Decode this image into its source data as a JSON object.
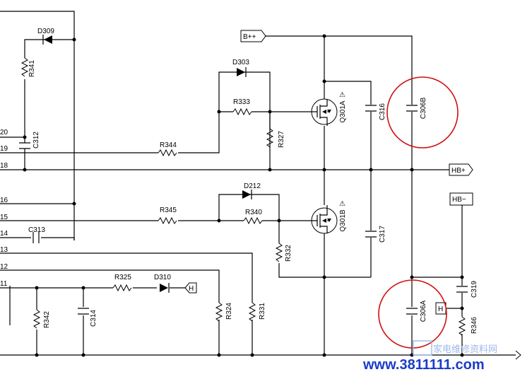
{
  "pins": [
    "20",
    "19",
    "18",
    "16",
    "15",
    "14",
    "13",
    "12",
    "11"
  ],
  "resistors": [
    "R341",
    "R344",
    "R333",
    "R327",
    "R345",
    "R340",
    "R332",
    "R325",
    "R342",
    "R324",
    "R331",
    "R346"
  ],
  "capacitors": [
    "C312",
    "C313",
    "C314",
    "C316",
    "C317",
    "C306B",
    "C306A",
    "C319"
  ],
  "diodes": [
    "D309",
    "D303",
    "D212",
    "D310"
  ],
  "transistors": [
    "Q301A",
    "Q301B"
  ],
  "ports": {
    "bpp": "B++",
    "hbp": "HB+",
    "hbm": "HB−",
    "h1": "H",
    "h2": "H"
  },
  "warning_symbol": "⚠",
  "watermark": {
    "url": "www.3811111.com",
    "cn": "家电维修资料网"
  },
  "colors": {
    "highlight": "#d01010",
    "watermark": "#1a3cc8"
  }
}
